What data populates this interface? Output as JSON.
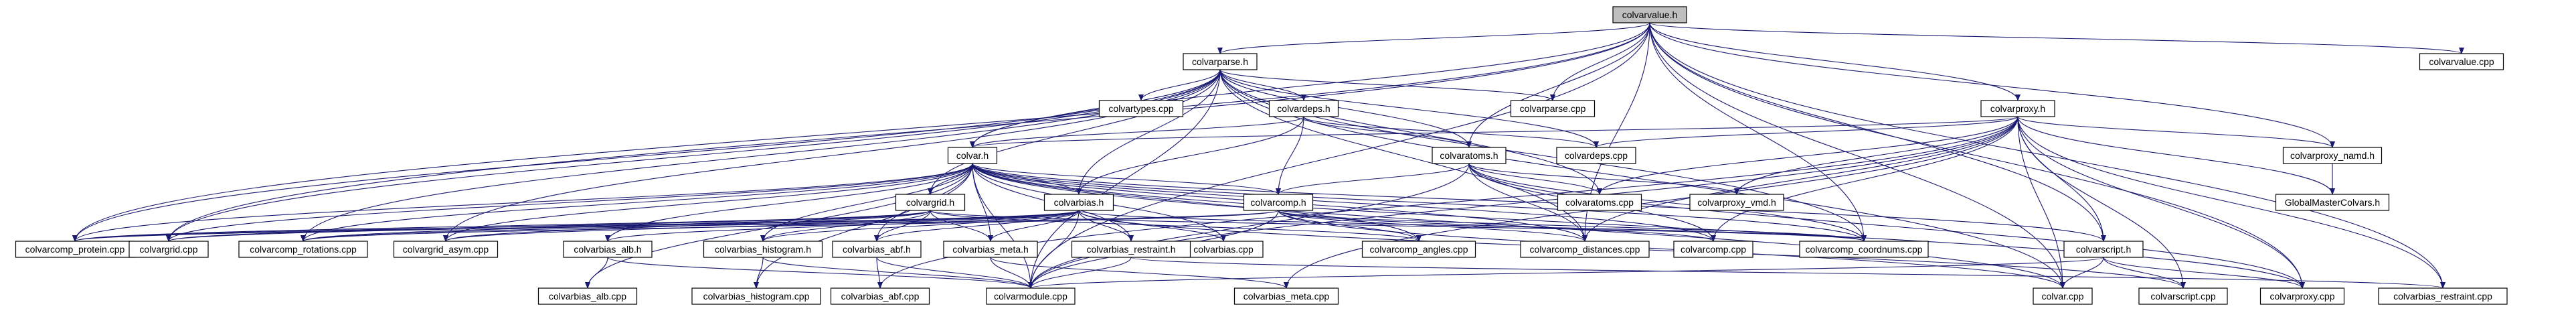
{
  "graph": {
    "type": "include-dependency-graph",
    "colors": {
      "edge": "#191970",
      "node_border": "#000000",
      "root_fill": "#bfbfbf",
      "node_fill": "#ffffff"
    },
    "nodes": [
      {
        "id": "colvarvalue_h",
        "label": "colvarvalue.h",
        "root": true
      },
      {
        "id": "colvarparse_h",
        "label": "colvarparse.h"
      },
      {
        "id": "colvarvalue_cpp",
        "label": "colvarvalue.cpp"
      },
      {
        "id": "colvartypes_cpp",
        "label": "colvartypes.cpp"
      },
      {
        "id": "colvardeps_h",
        "label": "colvardeps.h"
      },
      {
        "id": "colvarparse_cpp",
        "label": "colvarparse.cpp"
      },
      {
        "id": "colvarproxy_h",
        "label": "colvarproxy.h"
      },
      {
        "id": "colvar_h",
        "label": "colvar.h"
      },
      {
        "id": "colvaratoms_h",
        "label": "colvaratoms.h"
      },
      {
        "id": "colvardeps_cpp",
        "label": "colvardeps.cpp"
      },
      {
        "id": "colvarproxy_namd_h",
        "label": "colvarproxy_namd.h"
      },
      {
        "id": "colvaratoms_cpp",
        "label": "colvaratoms.cpp"
      },
      {
        "id": "colvarproxy_vmd_h",
        "label": "colvarproxy_vmd.h"
      },
      {
        "id": "globalmastercolvars_h",
        "label": "GlobalMasterColvars.h"
      },
      {
        "id": "colvargrid_h",
        "label": "colvargrid.h"
      },
      {
        "id": "colvarbias_h",
        "label": "colvarbias.h"
      },
      {
        "id": "colvarcomp_h",
        "label": "colvarcomp.h"
      },
      {
        "id": "colvarcomp_protein_cpp",
        "label": "colvarcomp_protein.cpp"
      },
      {
        "id": "colvargrid_cpp",
        "label": "colvargrid.cpp"
      },
      {
        "id": "colvarcomp_rotations_cpp",
        "label": "colvarcomp_rotations.cpp"
      },
      {
        "id": "colvargrid_asym_cpp",
        "label": "colvargrid_asym.cpp"
      },
      {
        "id": "colvarbias_cpp",
        "label": "colvarbias.cpp"
      },
      {
        "id": "colvarcomp_angles_cpp",
        "label": "colvarcomp_angles.cpp"
      },
      {
        "id": "colvarcomp_distances_cpp",
        "label": "colvarcomp_distances.cpp"
      },
      {
        "id": "colvarcomp_cpp",
        "label": "colvarcomp.cpp"
      },
      {
        "id": "colvarcomp_coordnums_cpp",
        "label": "colvarcomp_coordnums.cpp"
      },
      {
        "id": "colvarscript_h",
        "label": "colvarscript.h"
      },
      {
        "id": "colvarbias_alb_h",
        "label": "colvarbias_alb.h"
      },
      {
        "id": "colvarbias_histogram_h",
        "label": "colvarbias_histogram.h"
      },
      {
        "id": "colvarbias_abf_h",
        "label": "colvarbias_abf.h"
      },
      {
        "id": "colvarbias_meta_h",
        "label": "colvarbias_meta.h"
      },
      {
        "id": "colvarbias_restraint_h",
        "label": "colvarbias_restraint.h"
      },
      {
        "id": "colvarbias_alb_cpp",
        "label": "colvarbias_alb.cpp"
      },
      {
        "id": "colvarbias_histogram_cpp",
        "label": "colvarbias_histogram.cpp"
      },
      {
        "id": "colvarbias_abf_cpp",
        "label": "colvarbias_abf.cpp"
      },
      {
        "id": "colvarmodule_cpp",
        "label": "colvarmodule.cpp"
      },
      {
        "id": "colvarbias_meta_cpp",
        "label": "colvarbias_meta.cpp"
      },
      {
        "id": "colvar_cpp",
        "label": "colvar.cpp"
      },
      {
        "id": "colvarscript_cpp",
        "label": "colvarscript.cpp"
      },
      {
        "id": "colvarproxy_cpp",
        "label": "colvarproxy.cpp"
      },
      {
        "id": "colvarbias_restraint_cpp",
        "label": "colvarbias_restraint.cpp"
      }
    ],
    "edges": [
      [
        "colvarvalue_h",
        "colvarparse_h"
      ],
      [
        "colvarvalue_h",
        "colvarvalue_cpp"
      ],
      [
        "colvarvalue_h",
        "colvarparse_cpp"
      ],
      [
        "colvarvalue_h",
        "colvarproxy_h"
      ],
      [
        "colvarvalue_h",
        "colvar_h"
      ],
      [
        "colvarvalue_h",
        "colvaratoms_h"
      ],
      [
        "colvarvalue_h",
        "colvarproxy_namd_h"
      ],
      [
        "colvarvalue_h",
        "colvarcomp_protein_cpp"
      ],
      [
        "colvarvalue_h",
        "colvargrid_cpp"
      ],
      [
        "colvarvalue_h",
        "colvarcomp_coordnums_cpp"
      ],
      [
        "colvarvalue_h",
        "colvarcomp_distances_cpp"
      ],
      [
        "colvarvalue_h",
        "colvarscript_h"
      ],
      [
        "colvarvalue_h",
        "colvarmodule_cpp"
      ],
      [
        "colvarvalue_h",
        "colvar_cpp"
      ],
      [
        "colvarvalue_h",
        "colvarbias_restraint_cpp"
      ],
      [
        "colvarvalue_h",
        "colvarproxy_cpp"
      ],
      [
        "colvarparse_h",
        "colvartypes_cpp"
      ],
      [
        "colvarparse_h",
        "colvardeps_h"
      ],
      [
        "colvarparse_h",
        "colvarparse_cpp"
      ],
      [
        "colvarparse_h",
        "colvar_h"
      ],
      [
        "colvarparse_h",
        "colvaratoms_h"
      ],
      [
        "colvarparse_h",
        "colvardeps_cpp"
      ],
      [
        "colvarparse_h",
        "colvargrid_h"
      ],
      [
        "colvarparse_h",
        "colvarbias_h"
      ],
      [
        "colvarparse_h",
        "colvarcomp_protein_cpp"
      ],
      [
        "colvarparse_h",
        "colvargrid_cpp"
      ],
      [
        "colvarparse_h",
        "colvarcomp_rotations_cpp"
      ],
      [
        "colvarparse_h",
        "colvargrid_asym_cpp"
      ],
      [
        "colvarparse_h",
        "colvarcomp_coordnums_cpp"
      ],
      [
        "colvarparse_h",
        "colvarcomp_distances_cpp"
      ],
      [
        "colvarparse_h",
        "colvarmodule_cpp"
      ],
      [
        "colvarparse_h",
        "colvaratoms_cpp"
      ],
      [
        "colvarparse_h",
        "colvar_cpp"
      ],
      [
        "colvardeps_h",
        "colvar_h"
      ],
      [
        "colvardeps_h",
        "colvaratoms_h"
      ],
      [
        "colvardeps_h",
        "colvardeps_cpp"
      ],
      [
        "colvardeps_h",
        "colvarbias_h"
      ],
      [
        "colvardeps_h",
        "colvarcomp_h"
      ],
      [
        "colvarproxy_h",
        "colvardeps_cpp"
      ],
      [
        "colvarproxy_h",
        "colvarproxy_namd_h"
      ],
      [
        "colvarproxy_h",
        "colvaratoms_cpp"
      ],
      [
        "colvarproxy_h",
        "colvarproxy_vmd_h"
      ],
      [
        "colvarproxy_h",
        "globalmastercolvars_h"
      ],
      [
        "colvarproxy_h",
        "colvar_h"
      ],
      [
        "colvarproxy_h",
        "colvarscript_h"
      ],
      [
        "colvarproxy_h",
        "colvarmodule_cpp"
      ],
      [
        "colvarproxy_h",
        "colvar_cpp"
      ],
      [
        "colvarproxy_h",
        "colvarscript_cpp"
      ],
      [
        "colvarproxy_h",
        "colvarproxy_cpp"
      ],
      [
        "colvarproxy_h",
        "colvarbias_restraint_cpp"
      ],
      [
        "colvarproxy_h",
        "colvarbias_abf_cpp"
      ],
      [
        "colvarproxy_h",
        "colvarbias_meta_cpp"
      ],
      [
        "colvarproxy_h",
        "colvarcomp_cpp"
      ],
      [
        "colvarproxy_h",
        "colvarcomp_distances_cpp"
      ],
      [
        "colvarproxy_namd_h",
        "globalmastercolvars_h"
      ],
      [
        "colvar_h",
        "colvargrid_h"
      ],
      [
        "colvar_h",
        "colvarbias_h"
      ],
      [
        "colvar_h",
        "colvarcomp_h"
      ],
      [
        "colvar_h",
        "colvarcomp_protein_cpp"
      ],
      [
        "colvar_h",
        "colvargrid_cpp"
      ],
      [
        "colvar_h",
        "colvarcomp_rotations_cpp"
      ],
      [
        "colvar_h",
        "colvargrid_asym_cpp"
      ],
      [
        "colvar_h",
        "colvarbias_alb_h"
      ],
      [
        "colvar_h",
        "colvarbias_histogram_h"
      ],
      [
        "colvar_h",
        "colvarbias_abf_h"
      ],
      [
        "colvar_h",
        "colvarbias_meta_h"
      ],
      [
        "colvar_h",
        "colvarbias_restraint_h"
      ],
      [
        "colvar_h",
        "colvarbias_cpp"
      ],
      [
        "colvar_h",
        "colvarcomp_angles_cpp"
      ],
      [
        "colvar_h",
        "colvarcomp_distances_cpp"
      ],
      [
        "colvar_h",
        "colvarcomp_cpp"
      ],
      [
        "colvar_h",
        "colvarcomp_coordnums_cpp"
      ],
      [
        "colvar_h",
        "colvarscript_h"
      ],
      [
        "colvar_h",
        "colvarmodule_cpp"
      ],
      [
        "colvar_h",
        "colvar_cpp"
      ],
      [
        "colvar_h",
        "colvarproxy_cpp"
      ],
      [
        "colvar_h",
        "colvarbias_alb_cpp"
      ],
      [
        "colvar_h",
        "colvarbias_histogram_cpp"
      ],
      [
        "colvaratoms_h",
        "colvaratoms_cpp"
      ],
      [
        "colvaratoms_h",
        "colvarcomp_h"
      ],
      [
        "colvaratoms_h",
        "colvarproxy_vmd_h"
      ],
      [
        "colvaratoms_h",
        "colvarcomp_distances_cpp"
      ],
      [
        "colvaratoms_h",
        "colvarcomp_coordnums_cpp"
      ],
      [
        "colvaratoms_h",
        "colvarmodule_cpp"
      ],
      [
        "colvaratoms_h",
        "colvarproxy_cpp"
      ],
      [
        "colvaratoms_h",
        "colvarcomp_cpp"
      ],
      [
        "colvargrid_h",
        "colvarcomp_protein_cpp"
      ],
      [
        "colvargrid_h",
        "colvargrid_cpp"
      ],
      [
        "colvargrid_h",
        "colvarcomp_rotations_cpp"
      ],
      [
        "colvargrid_h",
        "colvargrid_asym_cpp"
      ],
      [
        "colvargrid_h",
        "colvarbias_histogram_h"
      ],
      [
        "colvargrid_h",
        "colvarbias_abf_h"
      ],
      [
        "colvargrid_h",
        "colvarbias_meta_h"
      ],
      [
        "colvargrid_h",
        "colvarcomp_coordnums_cpp"
      ],
      [
        "colvargrid_h",
        "colvarcomp_angles_cpp"
      ],
      [
        "colvarbias_h",
        "colvarcomp_protein_cpp"
      ],
      [
        "colvarbias_h",
        "colvargrid_cpp"
      ],
      [
        "colvarbias_h",
        "colvarcomp_rotations_cpp"
      ],
      [
        "colvarbias_h",
        "colvargrid_asym_cpp"
      ],
      [
        "colvarbias_h",
        "colvarbias_alb_h"
      ],
      [
        "colvarbias_h",
        "colvarbias_histogram_h"
      ],
      [
        "colvarbias_h",
        "colvarbias_abf_h"
      ],
      [
        "colvarbias_h",
        "colvarbias_meta_h"
      ],
      [
        "colvarbias_h",
        "colvarbias_restraint_h"
      ],
      [
        "colvarbias_h",
        "colvarbias_cpp"
      ],
      [
        "colvarbias_h",
        "colvarmodule_cpp"
      ],
      [
        "colvarbias_h",
        "colvarscript_cpp"
      ],
      [
        "colvarbias_h",
        "colvarcomp_coordnums_cpp"
      ],
      [
        "colvarcomp_h",
        "colvarcomp_angles_cpp"
      ],
      [
        "colvarcomp_h",
        "colvarcomp_distances_cpp"
      ],
      [
        "colvarcomp_h",
        "colvarcomp_cpp"
      ],
      [
        "colvarcomp_h",
        "colvarcomp_coordnums_cpp"
      ],
      [
        "colvarcomp_h",
        "colvarcomp_protein_cpp"
      ],
      [
        "colvarcomp_h",
        "colvarcomp_rotations_cpp"
      ],
      [
        "colvarcomp_h",
        "colvarmodule_cpp"
      ],
      [
        "colvarcomp_h",
        "colvar_cpp"
      ],
      [
        "colvarscript_h",
        "colvarmodule_cpp"
      ],
      [
        "colvarscript_h",
        "colvar_cpp"
      ],
      [
        "colvarscript_h",
        "colvarscript_cpp"
      ],
      [
        "colvarscript_h",
        "colvarproxy_cpp"
      ],
      [
        "colvarbias_alb_h",
        "colvarbias_alb_cpp"
      ],
      [
        "colvarbias_alb_h",
        "colvarmodule_cpp"
      ],
      [
        "colvarbias_histogram_h",
        "colvarbias_histogram_cpp"
      ],
      [
        "colvarbias_histogram_h",
        "colvarmodule_cpp"
      ],
      [
        "colvarbias_abf_h",
        "colvarbias_abf_cpp"
      ],
      [
        "colvarbias_abf_h",
        "colvarmodule_cpp"
      ],
      [
        "colvarbias_meta_h",
        "colvarbias_meta_cpp"
      ],
      [
        "colvarbias_meta_h",
        "colvarmodule_cpp"
      ],
      [
        "colvarbias_restraint_h",
        "colvarmodule_cpp"
      ],
      [
        "colvarbias_restraint_h",
        "colvarbias_restraint_cpp"
      ]
    ]
  }
}
